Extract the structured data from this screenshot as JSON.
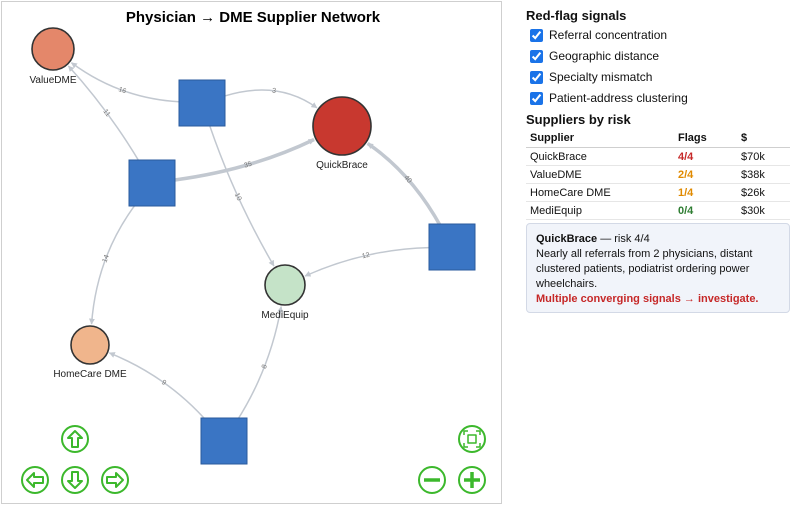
{
  "graph": {
    "title": "Physician → DME Supplier Network",
    "supplier_nodes": [
      {
        "id": "valuedme",
        "label": "ValueDME",
        "color": "#e4876a"
      },
      {
        "id": "quickbrace",
        "label": "QuickBrace",
        "color": "#c8382f"
      },
      {
        "id": "mediequip",
        "label": "MediEquip",
        "color": "#c5e3c8"
      },
      {
        "id": "homecare",
        "label": "HomeCare DME",
        "color": "#f0b58c"
      }
    ],
    "physician_nodes": [
      {
        "id": "p1"
      },
      {
        "id": "p2"
      },
      {
        "id": "p3"
      },
      {
        "id": "p4"
      }
    ],
    "edges": [
      {
        "from": "p1",
        "to": "valuedme",
        "label": "16"
      },
      {
        "from": "p1",
        "to": "quickbrace",
        "label": "3"
      },
      {
        "from": "p1",
        "to": "mediequip",
        "label": "10"
      },
      {
        "from": "p2",
        "to": "valuedme",
        "label": "11"
      },
      {
        "from": "p2",
        "to": "quickbrace",
        "label": "35"
      },
      {
        "from": "p2",
        "to": "homecare",
        "label": "14"
      },
      {
        "from": "p3",
        "to": "quickbrace",
        "label": "40"
      },
      {
        "from": "p3",
        "to": "mediequip",
        "label": "12"
      },
      {
        "from": "p4",
        "to": "mediequip",
        "label": "8"
      },
      {
        "from": "p4",
        "to": "homecare",
        "label": "9"
      }
    ],
    "colors": {
      "physician": "#3a75c4",
      "edge": "#c2c8d0",
      "nav": "#3cb82c"
    },
    "nav_buttons": [
      "up-arrow-icon",
      "left-arrow-icon",
      "down-arrow-icon",
      "right-arrow-icon",
      "fit-icon",
      "zoom-out-icon",
      "zoom-in-icon"
    ]
  },
  "signals": {
    "title": "Red-flag signals",
    "items": [
      {
        "label": "Referral concentration",
        "checked": true
      },
      {
        "label": "Geographic distance",
        "checked": true
      },
      {
        "label": "Specialty mismatch",
        "checked": true
      },
      {
        "label": "Patient-address clustering",
        "checked": true
      }
    ]
  },
  "suppliers": {
    "title": "Suppliers by risk",
    "headers": [
      "Supplier",
      "Flags",
      "$"
    ],
    "rows": [
      {
        "name": "QuickBrace",
        "flags": "4/4",
        "amount": "$70k",
        "flag_color": "#c62828"
      },
      {
        "name": "ValueDME",
        "flags": "2/4",
        "amount": "$38k",
        "flag_color": "#e08a00"
      },
      {
        "name": "HomeCare DME",
        "flags": "1/4",
        "amount": "$26k",
        "flag_color": "#e08a00"
      },
      {
        "name": "MediEquip",
        "flags": "0/4",
        "amount": "$30k",
        "flag_color": "#2e7d32"
      }
    ]
  },
  "detail": {
    "name": "QuickBrace",
    "risk": " — risk 4/4",
    "description": "Nearly all referrals from 2 physicians, distant clustered patients, podiatrist ordering power wheelchairs.",
    "alert": "Multiple converging signals → investigate."
  }
}
